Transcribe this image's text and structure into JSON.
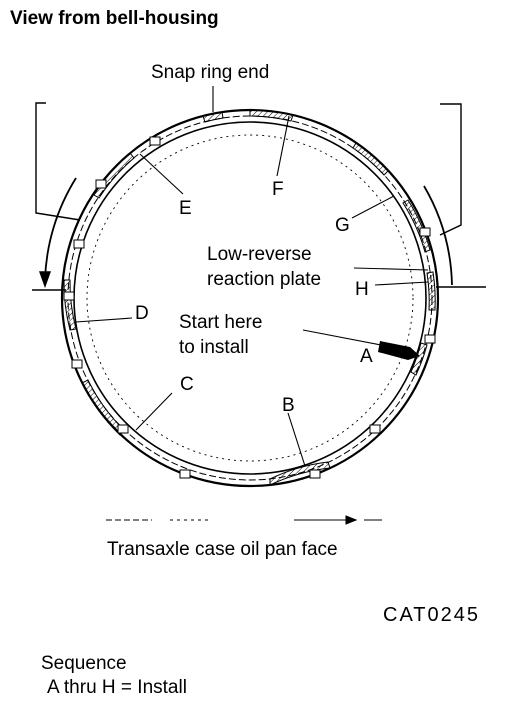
{
  "title": "View from bell-housing",
  "labels": {
    "snap_ring_end": "Snap ring end",
    "low_reverse_line1": "Low-reverse",
    "low_reverse_line2": "reaction plate",
    "start_line1": "Start here",
    "start_line2": "to install",
    "oil_pan_face": "Transaxle case oil pan face",
    "figure_code": "CAT0245",
    "sequence_line1": "Sequence",
    "sequence_line2": "A thru H = Install"
  },
  "letters": {
    "a": "A",
    "b": "B",
    "c": "C",
    "d": "D",
    "e": "E",
    "f": "F",
    "g": "G",
    "h": "H"
  }
}
